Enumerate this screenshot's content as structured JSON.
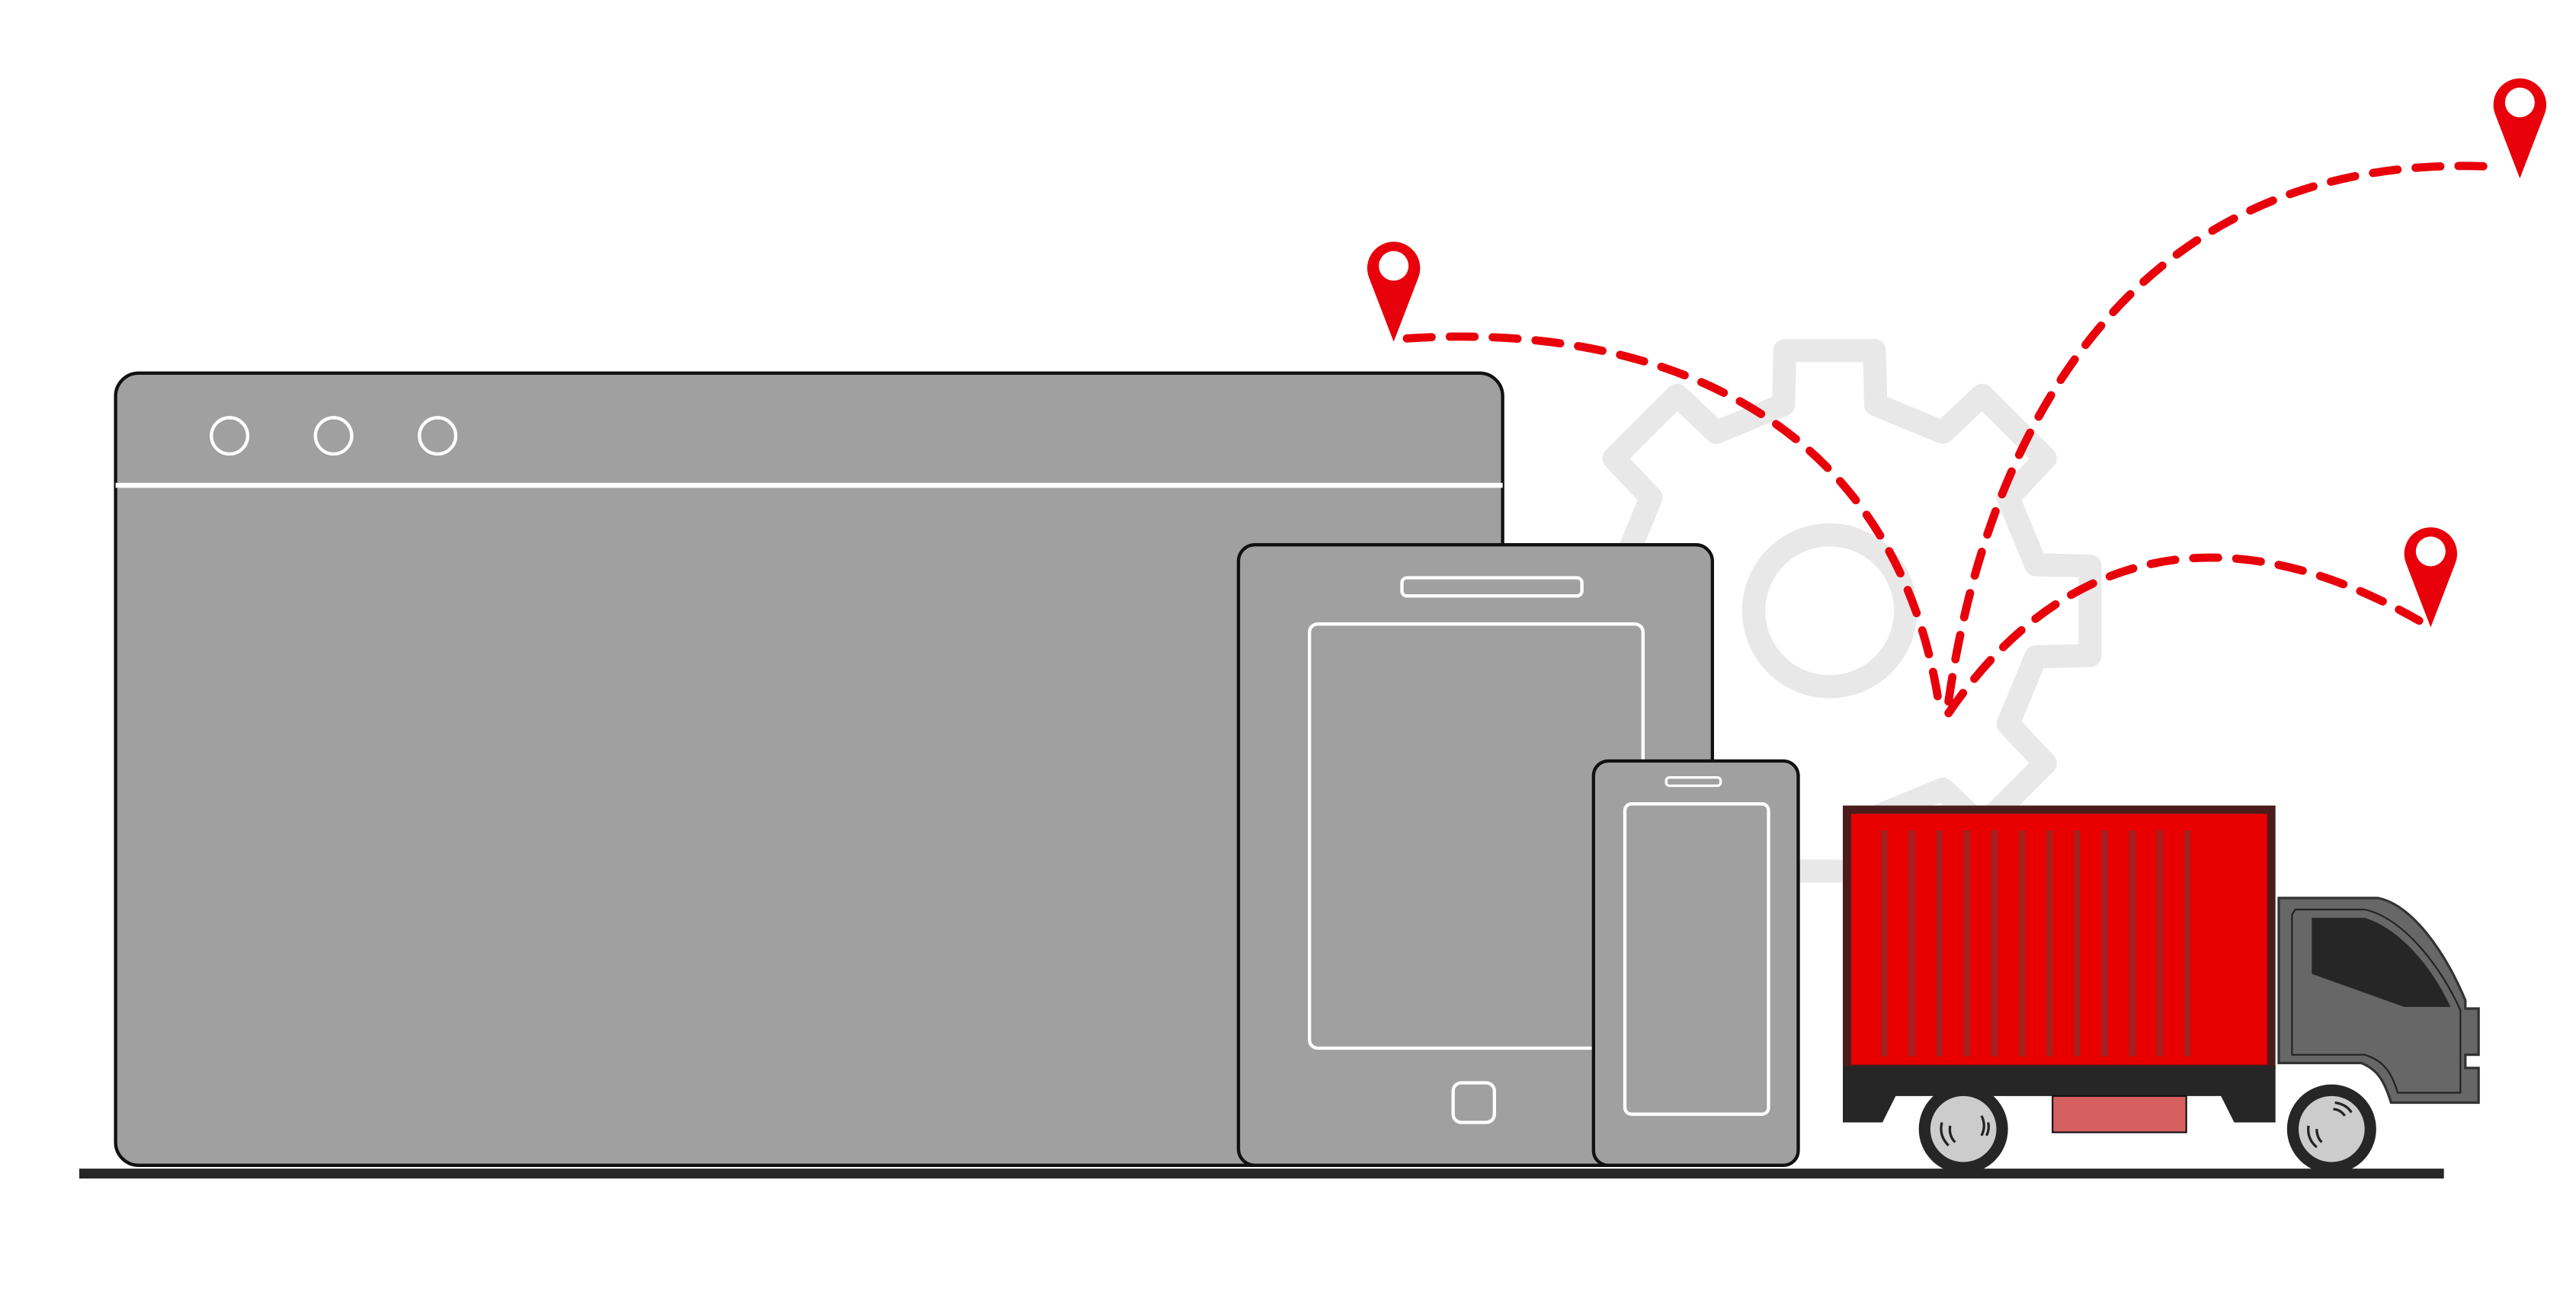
{
  "colors": {
    "device": "#a0a0a0",
    "outline": "#111111",
    "route": "#e8000b",
    "pin": "#e8000b",
    "gear": "#e8e8e8",
    "container": "#e80000",
    "container_frame": "#4a1c1c",
    "container_ribs": "#a52020",
    "cab": "#676767",
    "window": "#262626",
    "chassis": "#262626",
    "wheel_hub": "#cccccc",
    "bumper": "#d66060",
    "ground": "#262626"
  },
  "icons": [
    "browser-window",
    "tablet",
    "smartphone",
    "gear",
    "delivery-truck",
    "location-pin",
    "route-path"
  ]
}
